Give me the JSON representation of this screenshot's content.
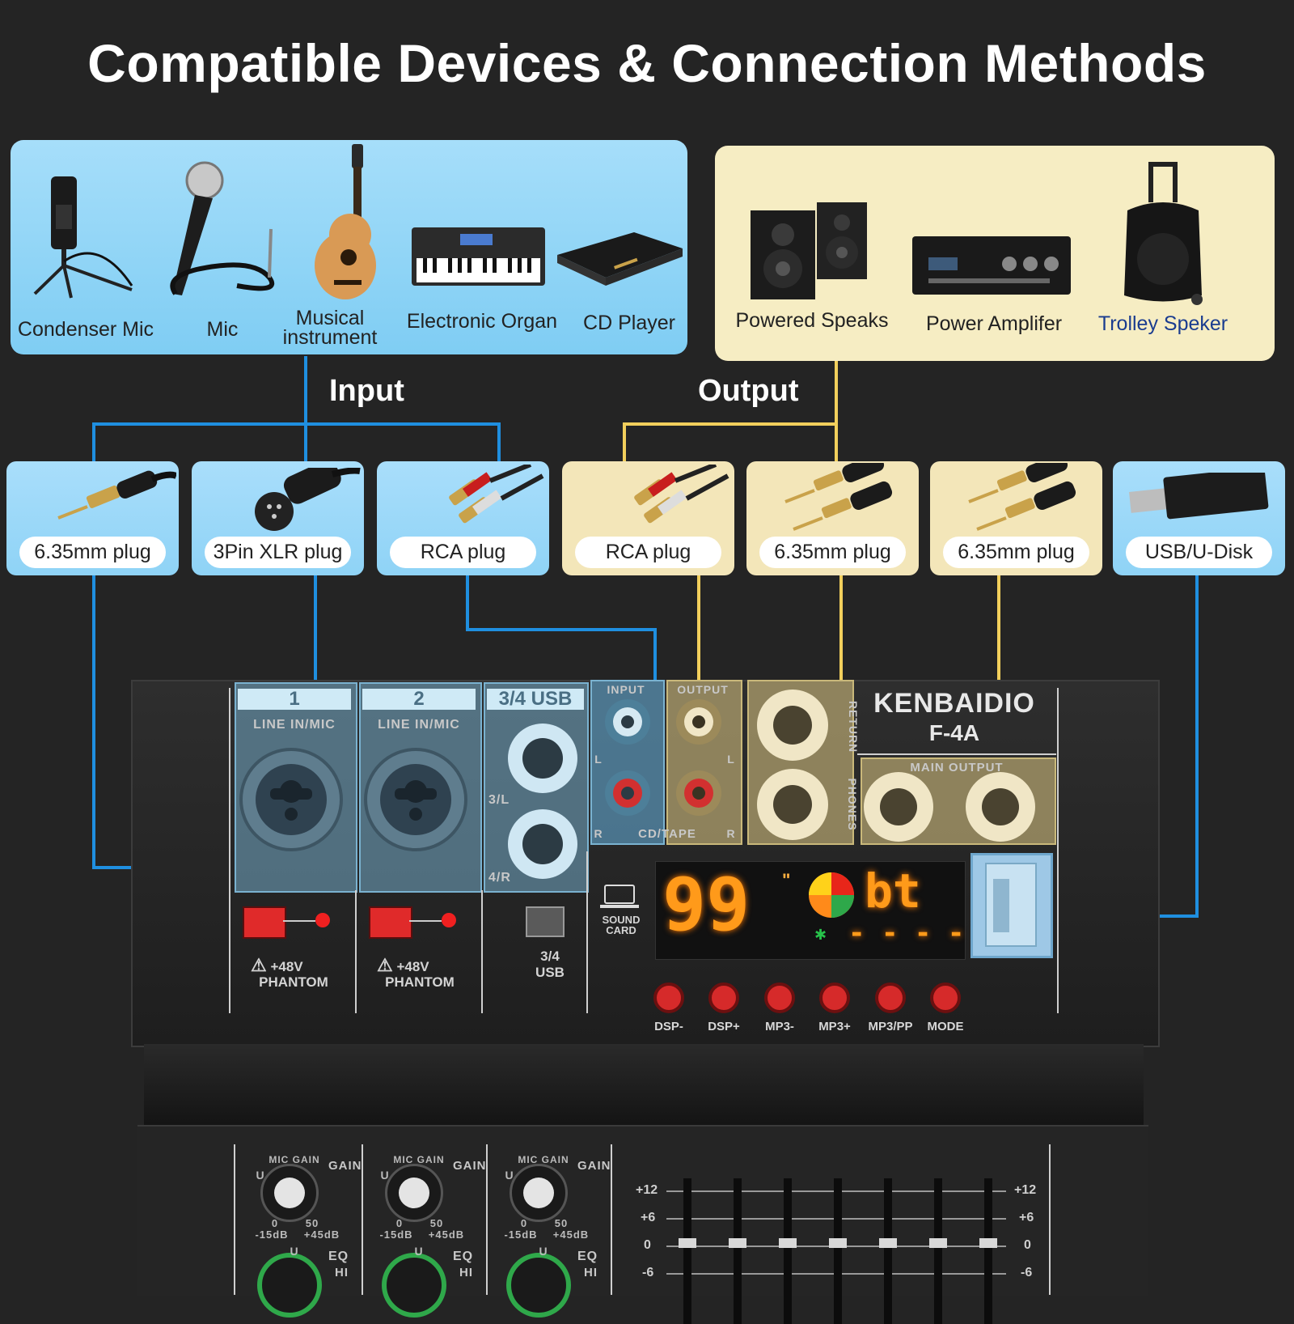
{
  "title": "Compatible Devices & Connection Methods",
  "input_devices": [
    {
      "label": "Condenser Mic",
      "icon": "condenser-mic-icon"
    },
    {
      "label": "Mic",
      "icon": "handheld-mic-icon"
    },
    {
      "label": "Musical instrument",
      "icon": "acoustic-guitar-icon"
    },
    {
      "label": "Electronic Organ",
      "icon": "electronic-keyboard-icon"
    },
    {
      "label": "CD Player",
      "icon": "cd-player-icon"
    }
  ],
  "output_devices": [
    {
      "label": "Powered Speaks",
      "icon": "studio-monitors-icon"
    },
    {
      "label": "Power Amplifer",
      "icon": "power-amplifier-icon"
    },
    {
      "label": "Trolley Speker",
      "icon": "trolley-speaker-icon"
    }
  ],
  "section_labels": {
    "input": "Input",
    "output": "Output"
  },
  "plugs": [
    {
      "label": "6.35mm plug",
      "group": "input"
    },
    {
      "label": "3Pin XLR plug",
      "group": "input"
    },
    {
      "label": "RCA plug",
      "group": "input"
    },
    {
      "label": "RCA plug",
      "group": "output"
    },
    {
      "label": "6.35mm plug",
      "group": "output"
    },
    {
      "label": "6.35mm plug",
      "group": "output"
    },
    {
      "label": "USB/U-Disk",
      "group": "usb"
    }
  ],
  "colors": {
    "input_line": "#1f8fe0",
    "output_line": "#f2cf5c",
    "display": "#ff9a1a"
  },
  "mixer": {
    "brand": "KENBAIDIO",
    "model": "F-4A",
    "ch1": {
      "num": "1",
      "label": "LINE IN/MIC",
      "phantom_v": "+48V",
      "phantom": "PHANTOM"
    },
    "ch2": {
      "num": "2",
      "label": "LINE IN/MIC",
      "phantom_v": "+48V",
      "phantom": "PHANTOM"
    },
    "ch34": {
      "num": "3/4 USB",
      "left": "3/L",
      "right": "4/R",
      "switch_a": "3/4",
      "switch_b": "USB"
    },
    "cd_tape": {
      "input": "INPUT",
      "output": "OUTPUT",
      "l": "L",
      "r": "R",
      "label": "CD/TAPE"
    },
    "return_label": "RETURN",
    "phones_label": "PHONES",
    "main_output": "MAIN OUTPUT",
    "sound_card": "SOUND CARD",
    "display": {
      "num": "99",
      "mode": "bt",
      "dashes": "- - - -"
    },
    "buttons": [
      "DSP-",
      "DSP+",
      "MP3-",
      "MP3+",
      "MP3/PP",
      "MODE"
    ],
    "gain": {
      "mic_gain": "MIC GAIN",
      "gain": "GAIN",
      "min": "-15dB",
      "max": "+45dB",
      "u": "U",
      "zero": "0",
      "fifty": "50"
    },
    "eq": {
      "eq": "EQ",
      "hi": "HI",
      "u": "U"
    },
    "eq_scale": [
      "+12",
      "+6",
      "0",
      "-6"
    ]
  }
}
